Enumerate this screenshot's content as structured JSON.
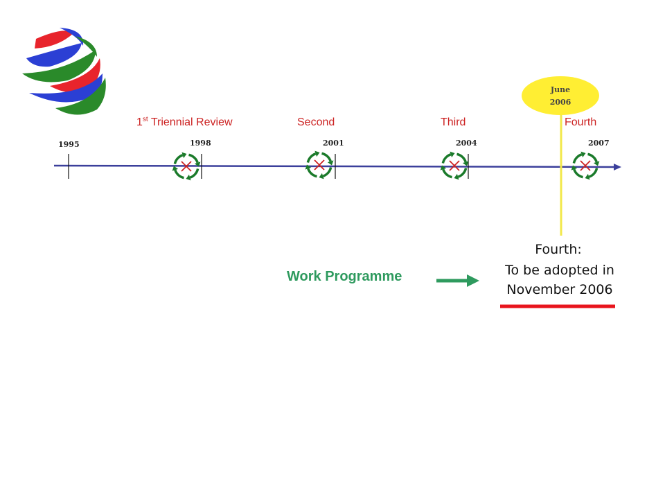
{
  "colors": {
    "timeline": "#3b3f9b",
    "label_red": "#cc2222",
    "cycle_green": "#1a7a2a",
    "june_bubble": "#ffee33",
    "june_line": "#f2e84a",
    "work_programme": "#2e9a5e",
    "underline": "#e8141c",
    "logo_red": "#e8242c",
    "logo_blue": "#2b3fd4",
    "logo_green": "#2a8a2a"
  },
  "logo": {
    "icon": "wto-logo-icon"
  },
  "timeline": {
    "years": [
      "1995",
      "1998",
      "2001",
      "2004",
      "2007"
    ],
    "reviews": [
      {
        "main": "1",
        "sup": "st",
        "rest": " Triennial Review"
      },
      {
        "main": "Second",
        "sup": "",
        "rest": ""
      },
      {
        "main": "Third",
        "sup": "",
        "rest": ""
      },
      {
        "main": "Fourth",
        "sup": "",
        "rest": ""
      }
    ],
    "cycle_icon": "review-cycle-icon"
  },
  "june_marker": {
    "line1": "June",
    "line2": "2006"
  },
  "fourth_note": {
    "line1": "Fourth:",
    "line2": "To be adopted in",
    "line3": "November 2006"
  },
  "work_programme": {
    "label": "Work Programme",
    "icon": "right-arrow-icon"
  }
}
